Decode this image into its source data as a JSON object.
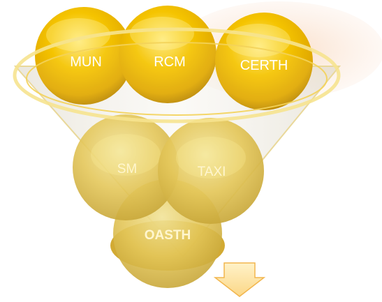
{
  "diagram": {
    "top_balls": [
      {
        "label": "MUN"
      },
      {
        "label": "RCM"
      },
      {
        "label": "CERTH"
      }
    ],
    "middle_balls": [
      {
        "label": "SM"
      },
      {
        "label": "TAXI"
      }
    ],
    "bottom_ball": {
      "label": "OASTH"
    },
    "colors": {
      "ball_gold": "#f5c400",
      "ball_highlight": "#fff3a0",
      "ball_shadow": "#b88a00",
      "funnel_glass": "#e8e4d8",
      "glow": "#fbe3cf",
      "arrow_fill": "#fde7a8",
      "arrow_stroke": "#f2b64e",
      "label_white": "#ffffff",
      "label_muted": "#fff6cf"
    }
  }
}
